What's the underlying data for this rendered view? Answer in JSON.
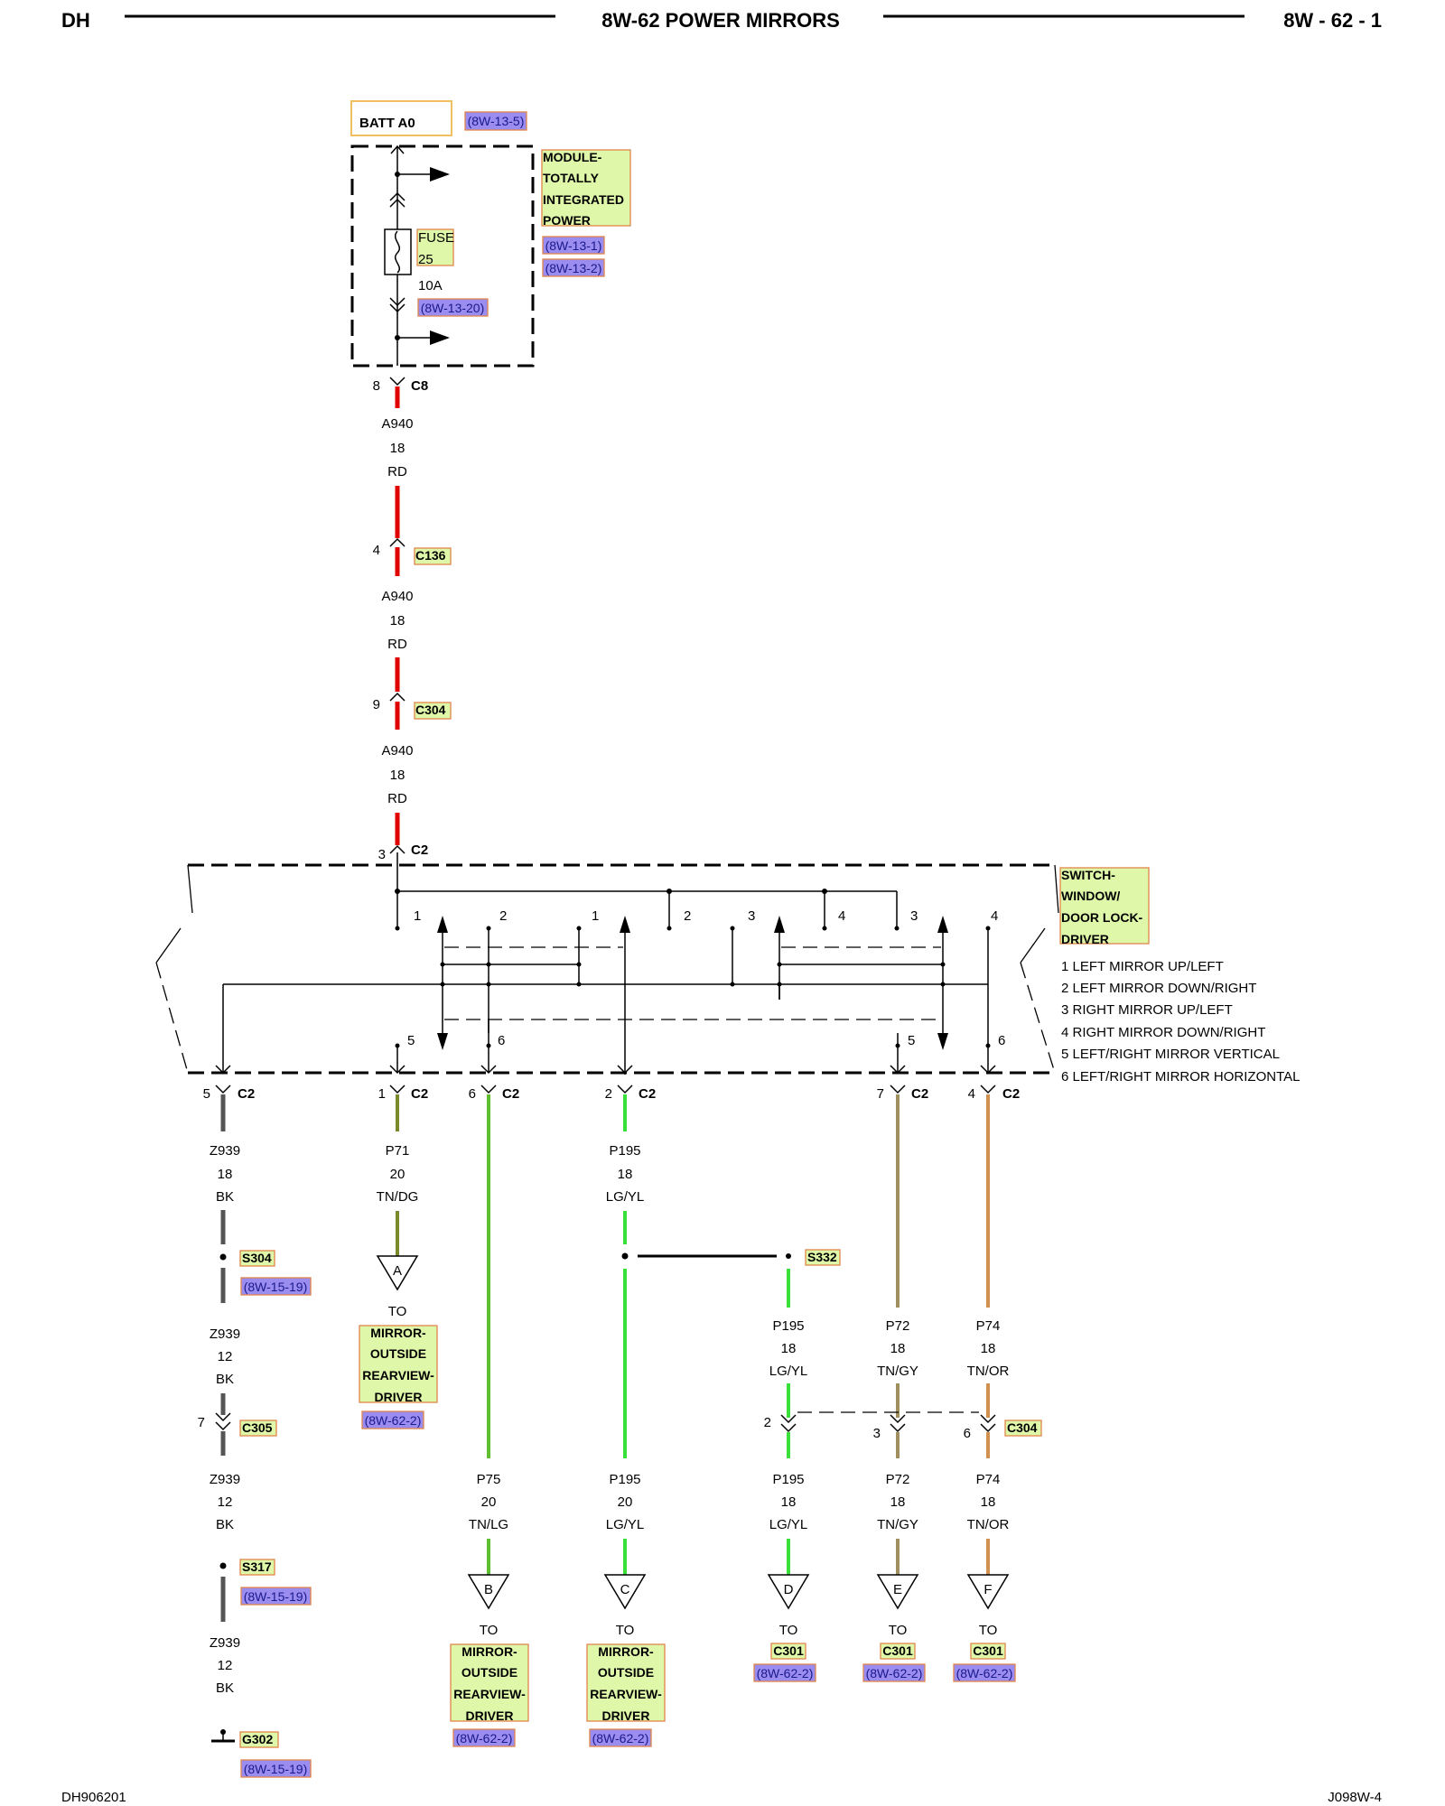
{
  "header": {
    "left": "DH",
    "title": "8W-62 POWER MIRRORS",
    "page": "8W - 62 - 1"
  },
  "footer": {
    "left": "DH906201",
    "right": "J098W-4"
  },
  "power": {
    "batt": "BATT A0",
    "batt_ref": "(8W-13-5)",
    "module_lines": [
      "MODULE-",
      "TOTALLY",
      "INTEGRATED",
      "POWER"
    ],
    "module_refs": [
      "(8W-13-1)",
      "(8W-13-2)"
    ],
    "fuse_lines": [
      "FUSE",
      "25"
    ],
    "fuse_rating": "10A",
    "fuse_ref": "(8W-13-20)"
  },
  "feed": {
    "c8_pin": "8",
    "c8": "C8",
    "c136_pin": "4",
    "c136": "C136",
    "c304_pin": "9",
    "c304": "C304",
    "c2_pin": "3",
    "c2": "C2",
    "wire": [
      "A940",
      "18",
      "RD"
    ]
  },
  "switch": {
    "name_lines": [
      "SWITCH-",
      "WINDOW/",
      "DOOR LOCK-",
      "DRIVER"
    ],
    "legend": [
      "1 LEFT MIRROR UP/LEFT",
      "2 LEFT MIRROR DOWN/RIGHT",
      "3 RIGHT MIRROR UP/LEFT",
      "4 RIGHT MIRROR DOWN/RIGHT",
      "5 LEFT/RIGHT MIRROR VERTICAL",
      "6 LEFT/RIGHT MIRROR HORIZONTAL"
    ],
    "contact_numbers": [
      "1",
      "2",
      "1",
      "2",
      "3",
      "4",
      "3",
      "4"
    ],
    "output_numbers": [
      "5",
      "6",
      "5",
      "6"
    ]
  },
  "outputs": [
    {
      "pin": "5",
      "conn": "C2"
    },
    {
      "pin": "1",
      "conn": "C2"
    },
    {
      "pin": "6",
      "conn": "C2"
    },
    {
      "pin": "2",
      "conn": "C2"
    },
    {
      "pin": "7",
      "conn": "C2"
    },
    {
      "pin": "4",
      "conn": "C2"
    }
  ],
  "ground": {
    "wire1": [
      "Z939",
      "18",
      "BK"
    ],
    "splice1": "S304",
    "splice1_ref": "(8W-15-19)",
    "wire2": [
      "Z939",
      "12",
      "BK"
    ],
    "c305_pin": "7",
    "c305": "C305",
    "wire3": [
      "Z939",
      "12",
      "BK"
    ],
    "splice2": "S317",
    "splice2_ref": "(8W-15-19)",
    "wire4": [
      "Z939",
      "12",
      "BK"
    ],
    "ground_id": "G302",
    "ground_ref": "(8W-15-19)"
  },
  "p71": {
    "wire": [
      "P71",
      "20",
      "TN/DG"
    ],
    "letter": "A",
    "to": "TO",
    "dest_lines": [
      "MIRROR-",
      "OUTSIDE",
      "REARVIEW-",
      "DRIVER"
    ],
    "ref": "(8W-62-2)"
  },
  "p75": {
    "wire": [
      "P75",
      "20",
      "TN/LG"
    ],
    "letter": "B",
    "to": "TO",
    "dest_lines": [
      "MIRROR-",
      "OUTSIDE",
      "REARVIEW-",
      "DRIVER"
    ],
    "ref": "(8W-62-2)"
  },
  "p195": {
    "wire_top": [
      "P195",
      "18",
      "LG/YL"
    ],
    "splice": "S332",
    "wire_bottom": [
      "P195",
      "20",
      "LG/YL"
    ],
    "letter": "C",
    "to": "TO",
    "dest_lines": [
      "MIRROR-",
      "OUTSIDE",
      "REARVIEW-",
      "DRIVER"
    ],
    "ref": "(8W-62-2)"
  },
  "c304_group": {
    "conn": "C304",
    "pins": [
      "2",
      "3",
      "6"
    ],
    "wires_top": [
      [
        "P195",
        "18",
        "LG/YL"
      ],
      [
        "P72",
        "18",
        "TN/GY"
      ],
      [
        "P74",
        "18",
        "TN/OR"
      ]
    ],
    "wires_bottom": [
      [
        "P195",
        "18",
        "LG/YL"
      ],
      [
        "P72",
        "18",
        "TN/GY"
      ],
      [
        "P74",
        "18",
        "TN/OR"
      ]
    ],
    "letters": [
      "D",
      "E",
      "F"
    ],
    "to": "TO",
    "dest": "C301",
    "ref": "(8W-62-2)"
  }
}
